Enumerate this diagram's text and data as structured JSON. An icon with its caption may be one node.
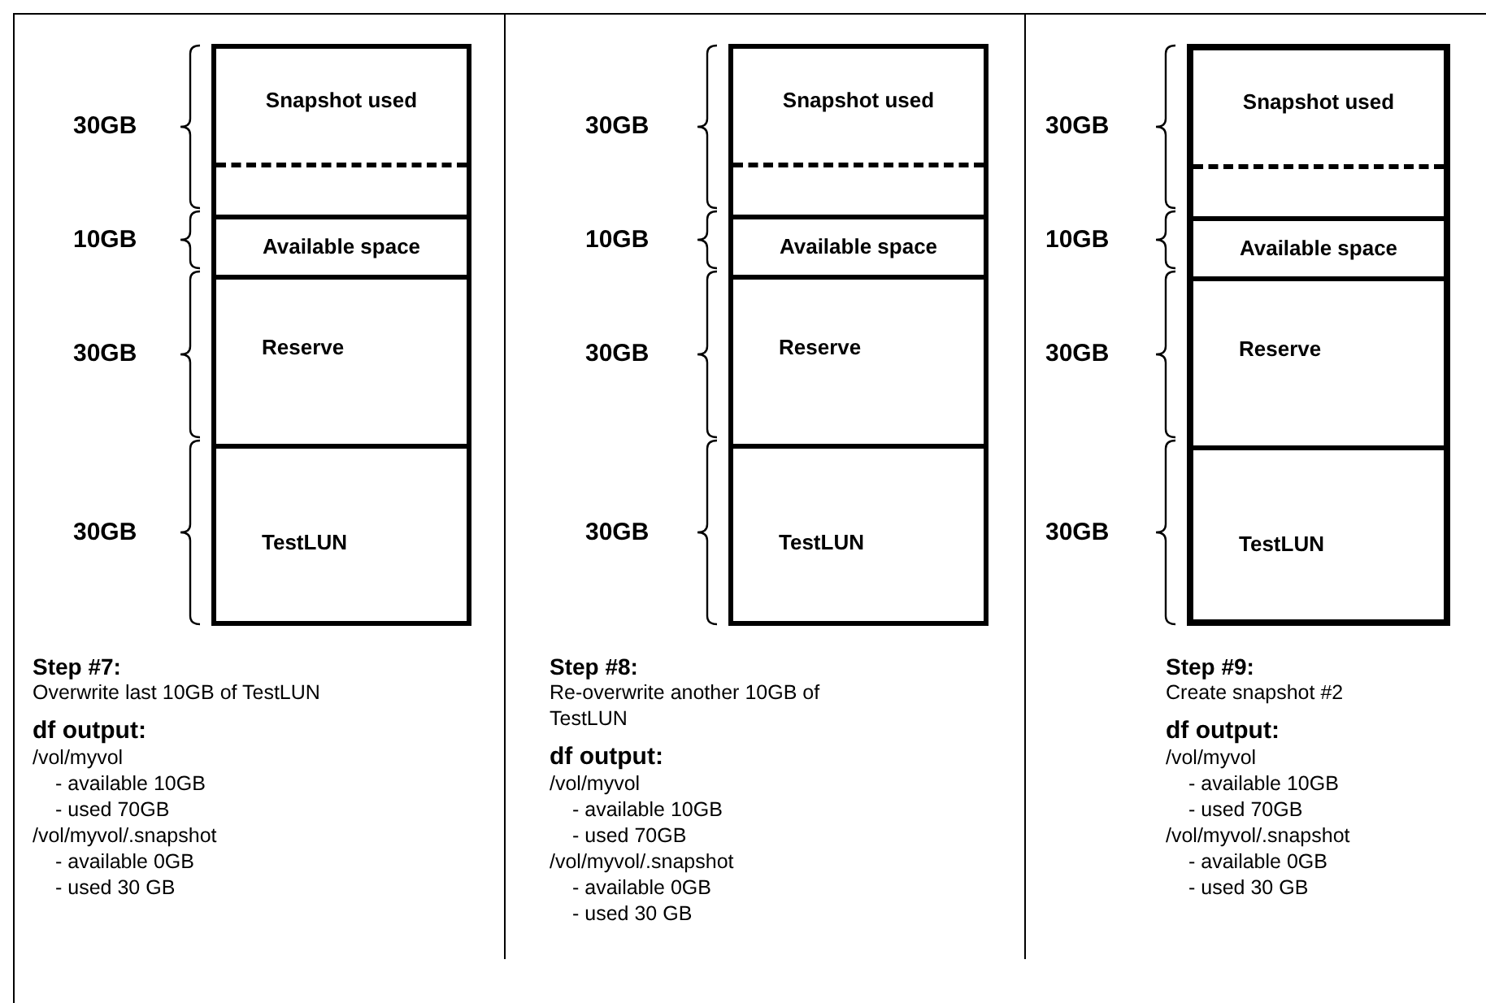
{
  "diagram": {
    "nodes": [
      {
        "text": [],
        "shape": "box"
      },
      {
        "text": [
          "Snapshot used"
        ],
        "in": 0,
        "beside": [
          "30GB"
        ]
      },
      {
        "text": [
          "Available space"
        ],
        "in": 0,
        "beside": [
          "10GB"
        ]
      },
      {
        "text": [
          "Reserve"
        ],
        "in": 0,
        "beside": [
          "30GB"
        ]
      },
      {
        "text": [
          "TestLUN"
        ],
        "in": 0,
        "beside": [
          "30GB"
        ]
      },
      {
        "text": [],
        "shape": "box"
      },
      {
        "text": [
          "Snapshot used"
        ],
        "in": 5,
        "beside": [
          "30GB"
        ]
      },
      {
        "text": [
          "Available space"
        ],
        "in": 5,
        "beside": [
          "10GB"
        ]
      },
      {
        "text": [
          "Reserve"
        ],
        "in": 5,
        "beside": [
          "30GB"
        ]
      },
      {
        "text": [
          "TestLUN"
        ],
        "in": 5,
        "beside": [
          "30GB"
        ]
      },
      {
        "text": [],
        "shape": "box"
      },
      {
        "text": [
          "Snapshot used"
        ],
        "in": 10,
        "beside": [
          "30GB"
        ]
      },
      {
        "text": [
          "Available space"
        ],
        "in": 10,
        "beside": [
          "10GB"
        ]
      },
      {
        "text": [
          "Reserve"
        ],
        "in": 10,
        "beside": [
          "30GB"
        ]
      },
      {
        "text": [
          "TestLUN"
        ],
        "in": 10,
        "beside": [
          "30GB"
        ]
      }
    ],
    "labels": [
      "Step #7:",
      "Overwrite last 10GB of TestLUN",
      "df output:",
      "/vol/myvol",
      "- available 10GB",
      "- used 70GB",
      "/vol/myvol/.snapshot",
      "- available 0GB",
      "- used 30 GB",
      "Step #8:",
      "Re-overwrite another 10GB of TestLUN",
      "df output:",
      "/vol/myvol",
      "- available 10GB",
      "- used 70GB",
      "/vol/myvol/.snapshot",
      "- available 0GB",
      "- used 30 GB",
      "Step #9:",
      "Create snapshot #2",
      "df output:",
      "/vol/myvol",
      "- available 10GB",
      "- used 70GB",
      "/vol/myvol/.snapshot",
      "- available 0GB",
      "- used 30 GB"
    ]
  }
}
